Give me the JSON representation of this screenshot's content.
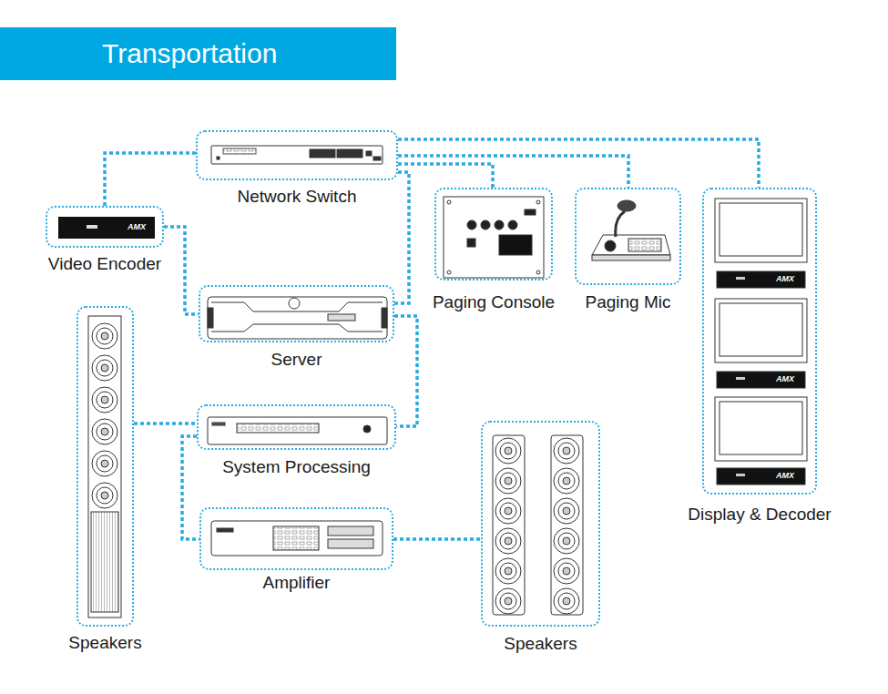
{
  "diagram": {
    "title": "Transportation",
    "nodes": [
      {
        "text": [
          "Network Switch"
        ]
      },
      {
        "text": [
          "Video Encoder"
        ]
      },
      {
        "text": [
          "Paging Console"
        ]
      },
      {
        "text": [
          "Paging Mic"
        ]
      },
      {
        "text": [
          "Display & Decoder"
        ]
      },
      {
        "text": [
          "Server"
        ]
      },
      {
        "text": [
          "Speakers"
        ]
      },
      {
        "text": [
          "System Processing"
        ]
      },
      {
        "text": [
          "Amplifier"
        ]
      },
      {
        "text": [
          "Speakers"
        ]
      }
    ],
    "edges": [
      {
        "from": 0,
        "to": 1,
        "arrow": "none"
      },
      {
        "from": 1,
        "to": 5,
        "arrow": "none"
      },
      {
        "from": 0,
        "to": 2,
        "arrow": "none"
      },
      {
        "from": 0,
        "to": 3,
        "arrow": "none"
      },
      {
        "from": 0,
        "to": 4,
        "arrow": "none"
      },
      {
        "from": 0,
        "to": 5,
        "arrow": "none"
      },
      {
        "from": 5,
        "to": 7,
        "arrow": "none"
      },
      {
        "from": 6,
        "to": 7,
        "arrow": "none"
      },
      {
        "from": 7,
        "to": 8,
        "arrow": "none"
      },
      {
        "from": 8,
        "to": 9,
        "arrow": "none"
      }
    ],
    "labels": [
      "AMX",
      "AMX",
      "AMX",
      "AMX"
    ]
  }
}
